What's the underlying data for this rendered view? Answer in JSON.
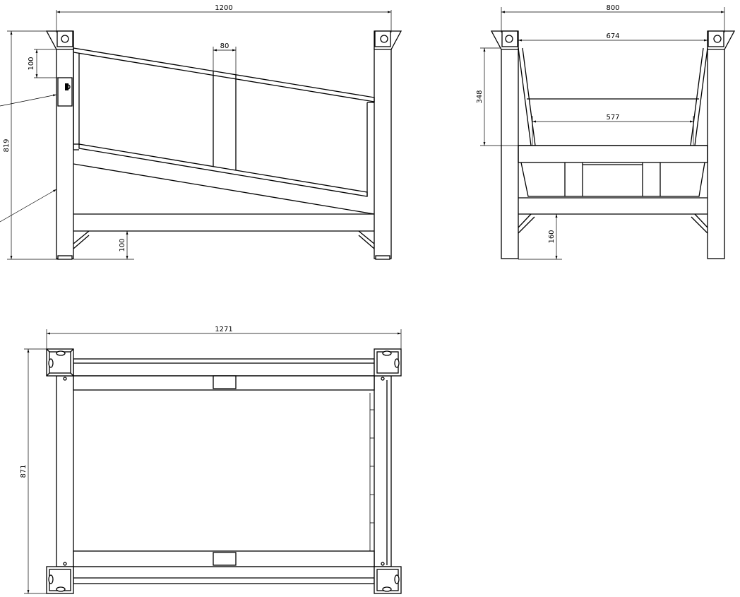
{
  "views": {
    "side": {
      "overall_length": "1200",
      "separator_width": "80",
      "overall_height": "819",
      "pocket_offset": "100",
      "ground_clearance": "100"
    },
    "front": {
      "overall_width": "800",
      "top_inner_width": "674",
      "bottom_inner_width": "577",
      "container_depth": "348",
      "ground_clearance": "160"
    },
    "top": {
      "overall_length": "1271",
      "overall_width": "871"
    }
  }
}
